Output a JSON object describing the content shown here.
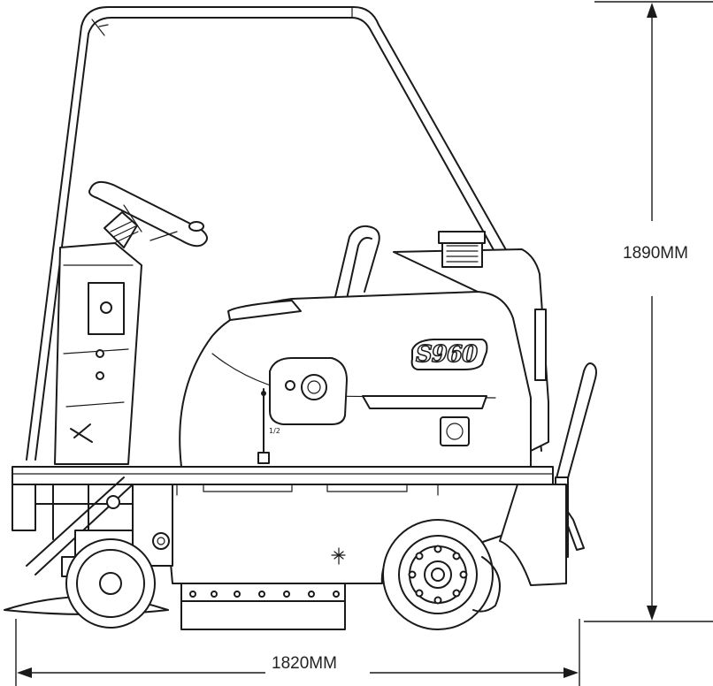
{
  "dimensions": {
    "height_label": "1890MM",
    "length_label": "1820MM"
  },
  "machine": {
    "model_badge": "S960",
    "lever_mark": "1/2"
  }
}
